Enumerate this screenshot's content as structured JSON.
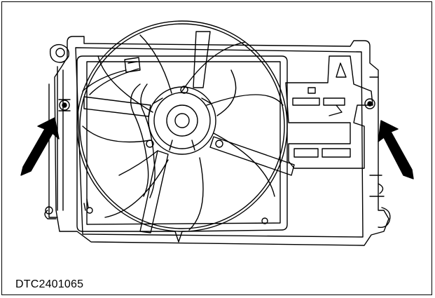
{
  "figure": {
    "caption": "DTC2401065",
    "colors": {
      "line": "#000000",
      "background": "#ffffff"
    },
    "components": [
      "radiator-core",
      "fan-shroud",
      "cooling-fan-blades",
      "fan-motor-hub",
      "radiator-mounting-bracket",
      "left-mounting-bolt",
      "right-mounting-bolt",
      "left-arrow",
      "right-arrow",
      "wiring-harness"
    ]
  }
}
